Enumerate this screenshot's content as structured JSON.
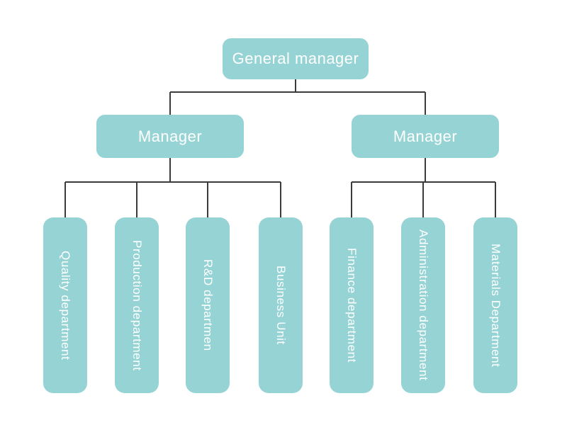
{
  "diagram_type": "org-chart",
  "colors": {
    "node_fill": "#96d3d4",
    "node_text": "#ffffff",
    "connector": "#3b3b3b",
    "background": "#ffffff"
  },
  "nodes": {
    "general_manager": {
      "label": "General manager"
    },
    "manager_left": {
      "label": "Manager"
    },
    "manager_right": {
      "label": "Manager"
    },
    "quality": {
      "label": "Quality department"
    },
    "production": {
      "label": "Production department"
    },
    "rnd": {
      "label": "R&D departmen"
    },
    "business": {
      "label": "Business Unit"
    },
    "finance": {
      "label": "Finance department"
    },
    "administration": {
      "label": "Administration department"
    },
    "materials": {
      "label": "Materials Department"
    }
  },
  "hierarchy": {
    "root": "general_manager",
    "children_of_general_manager": [
      "manager_left",
      "manager_right"
    ],
    "children_of_manager_left": [
      "quality",
      "production",
      "rnd",
      "business"
    ],
    "children_of_manager_right": [
      "finance",
      "administration",
      "materials"
    ]
  }
}
